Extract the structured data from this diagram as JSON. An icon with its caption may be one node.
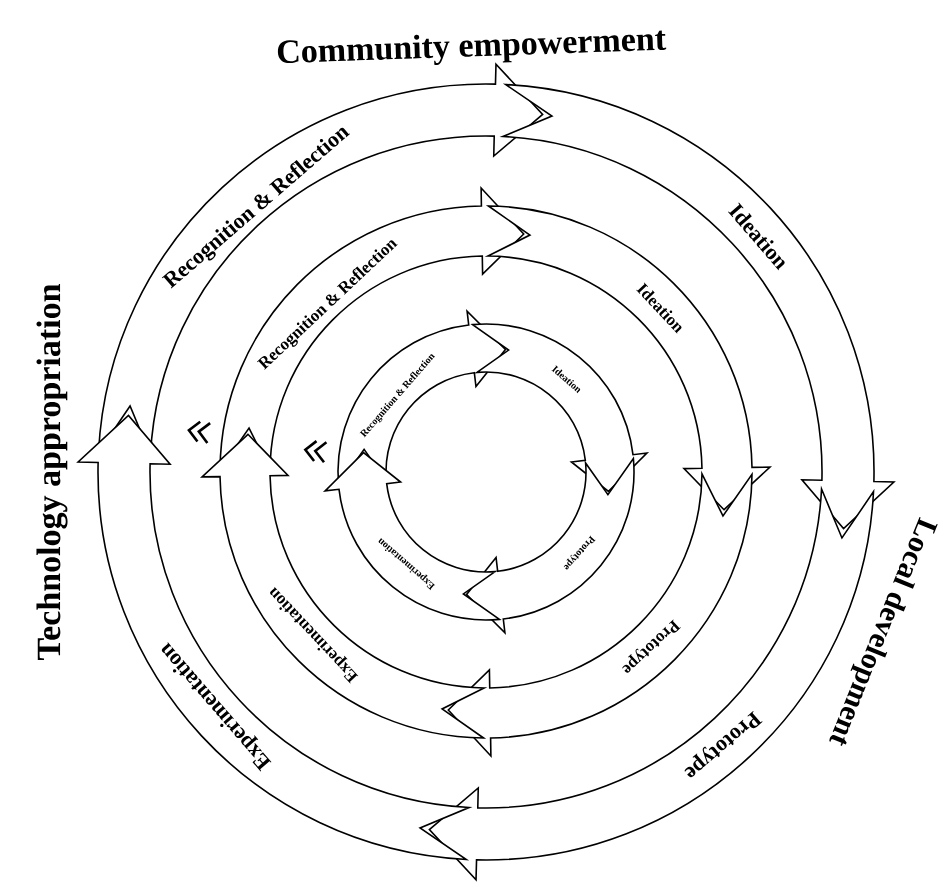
{
  "diagram": {
    "nodes": [
      {
        "text": [
          "Recognition & Reflection"
        ]
      },
      {
        "text": [
          "Ideation"
        ]
      },
      {
        "text": [
          "Prototype"
        ]
      },
      {
        "text": [
          "Experimentation"
        ]
      },
      {
        "text": [
          "Recognition & Reflection"
        ]
      },
      {
        "text": [
          "Ideation"
        ]
      },
      {
        "text": [
          "Prototype"
        ]
      },
      {
        "text": [
          "Experimentation"
        ]
      },
      {
        "text": [
          "Recognition & Reflection"
        ]
      },
      {
        "text": [
          "Ideation"
        ]
      },
      {
        "text": [
          "Prototype"
        ]
      },
      {
        "text": [
          "Experimentation"
        ]
      }
    ],
    "labels": [
      "Community empowerment",
      "Local development",
      "Technology appropriation"
    ]
  }
}
